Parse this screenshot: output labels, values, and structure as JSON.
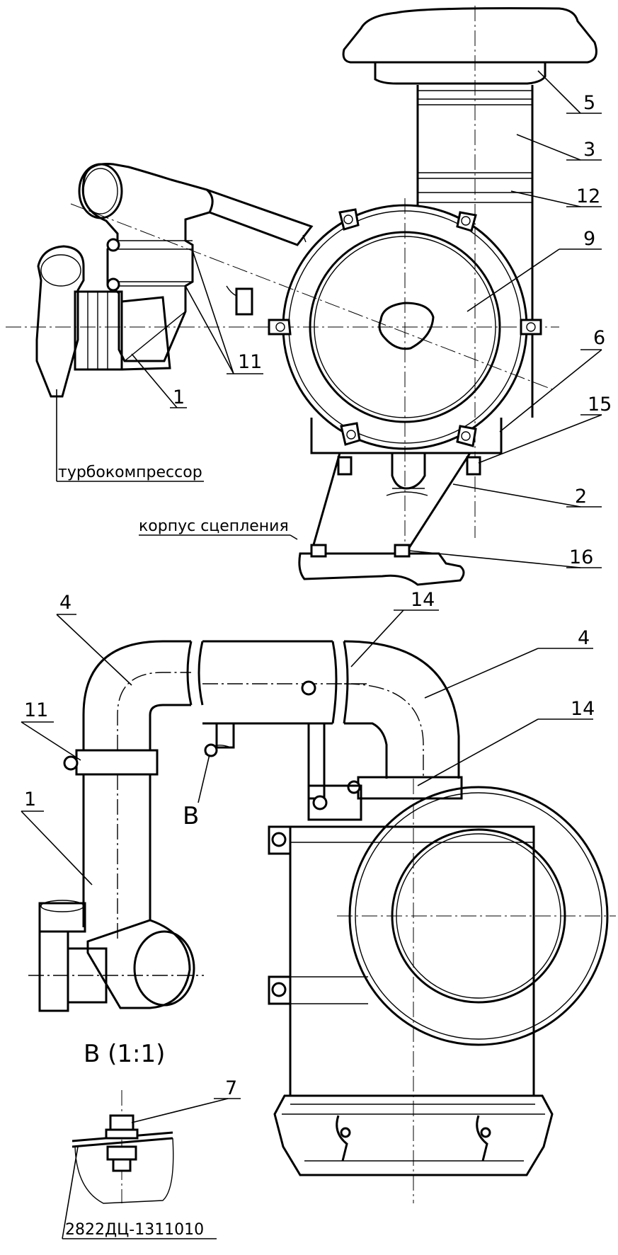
{
  "drawing": {
    "callouts_top": [
      "5",
      "3",
      "12",
      "9",
      "6",
      "15",
      "2",
      "16",
      "11",
      "1"
    ],
    "callouts_bottom": [
      "4",
      "14",
      "4",
      "14",
      "11",
      "1",
      "7"
    ],
    "labels": {
      "turbo": "турбокомпрессор",
      "clutch": "корпус сцепления",
      "view_b": "B",
      "view_b_title": "B (1:1)",
      "part_no": "2822ДЦ-1311010"
    }
  }
}
